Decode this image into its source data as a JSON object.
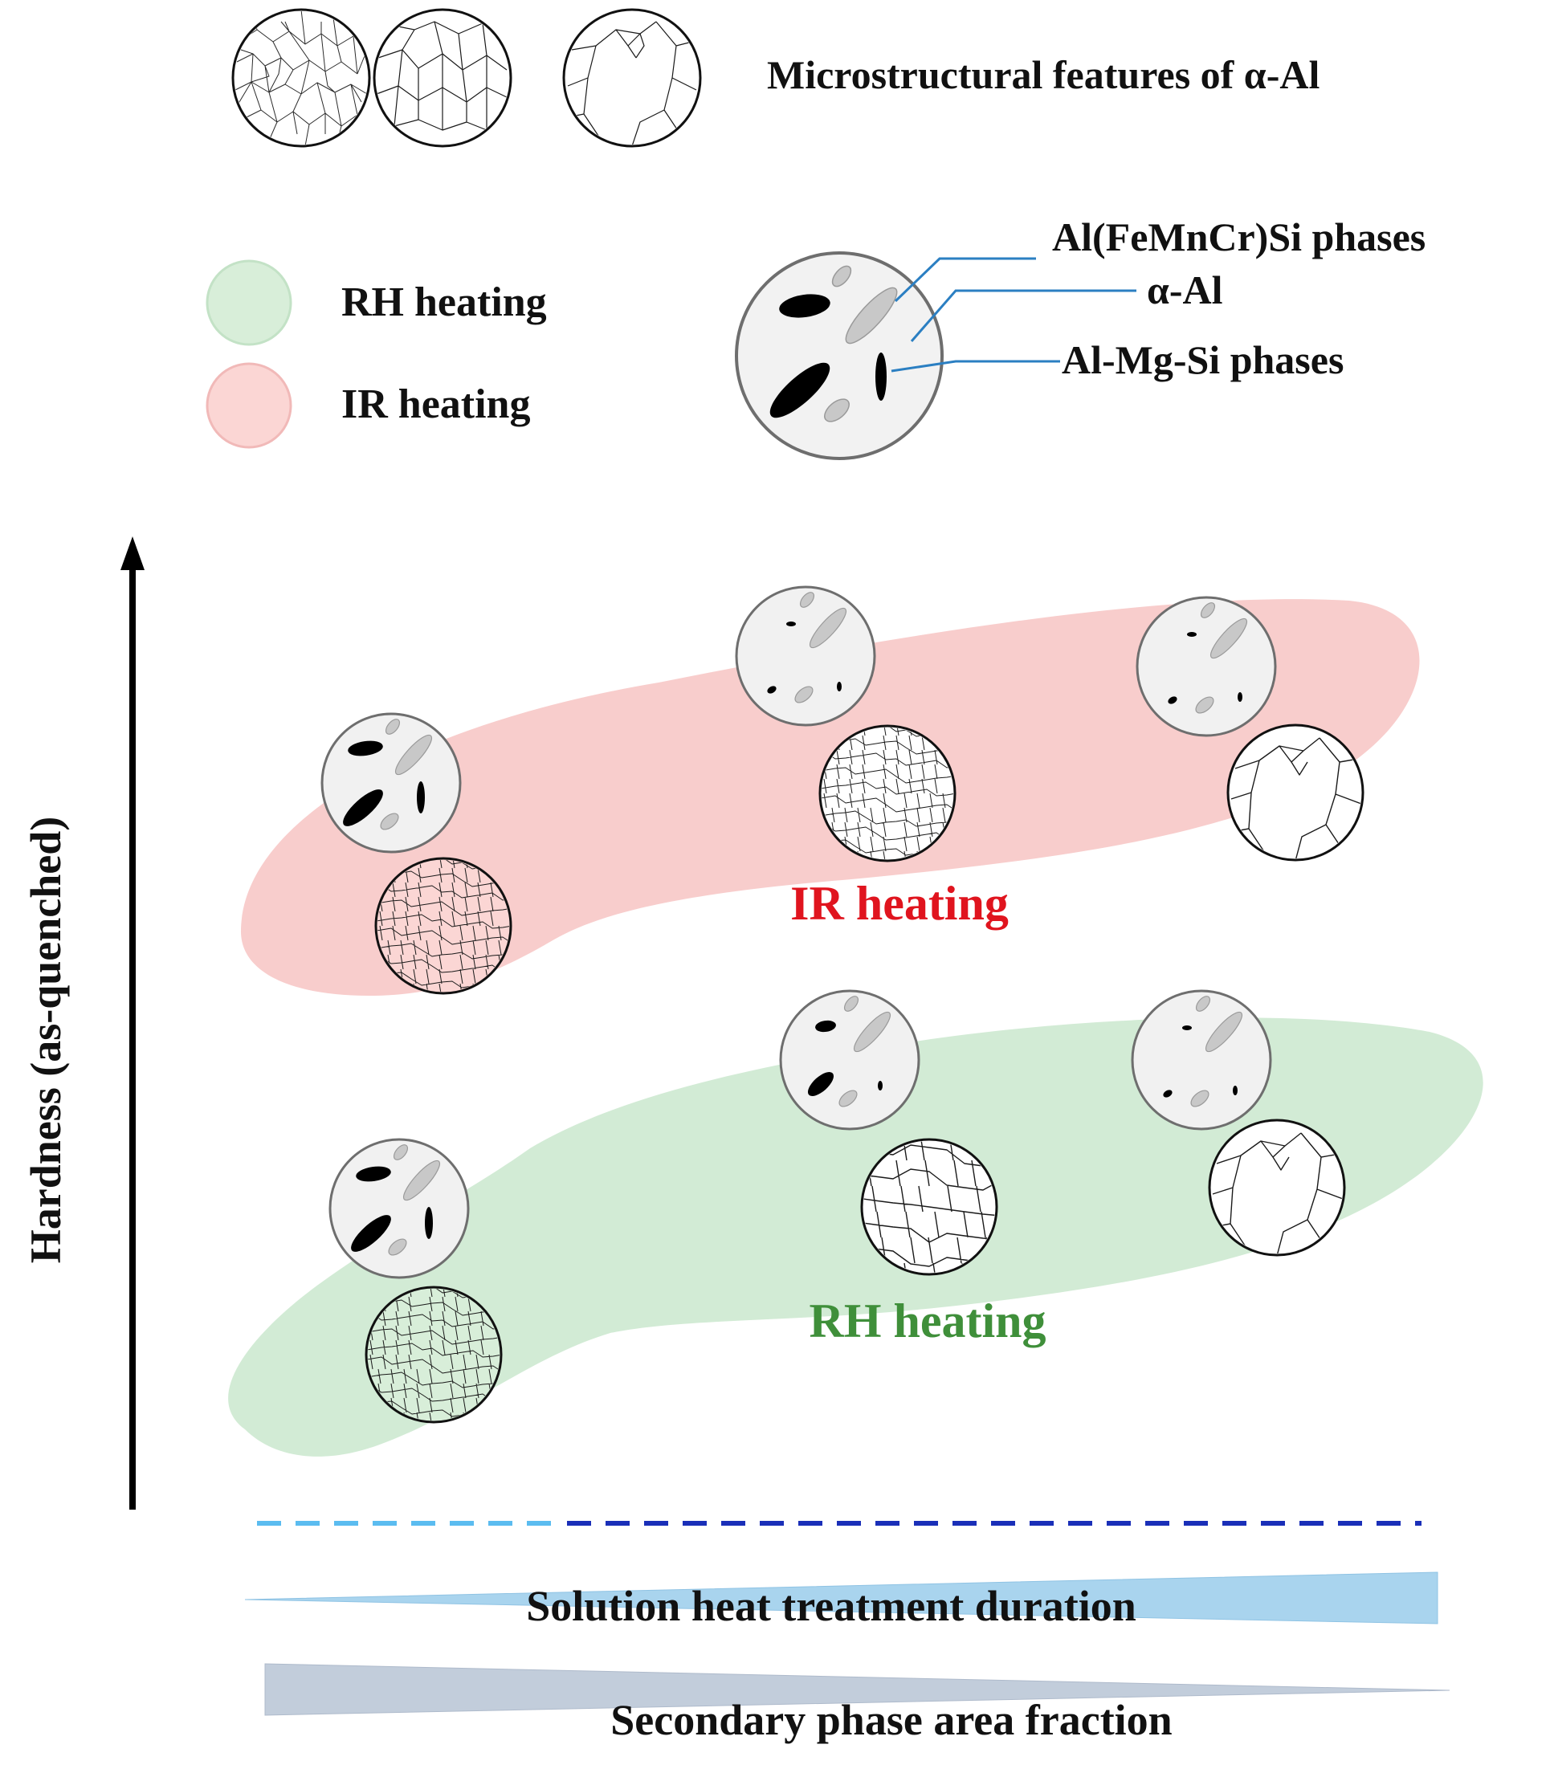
{
  "legend": {
    "microstructure_title": "Microstructural features of α-Al",
    "rh_label": "RH heating",
    "ir_label": "IR heating",
    "phase_labels": {
      "fe_phase": "Al(FeMnCr)Si phases",
      "alpha_al": "α-Al",
      "mg_phase": "Al-Mg-Si phases"
    }
  },
  "y_axis_label": "Hardness (as-quenched)",
  "bands": {
    "ir": {
      "label": "IR heating"
    },
    "rh": {
      "label": "RH heating"
    }
  },
  "bottom": {
    "solution_label": "Solution heat treatment duration",
    "fraction_label": "Secondary phase area fraction"
  },
  "colors": {
    "ir_band": "#f8cdcc",
    "rh_band": "#d2ebd5",
    "ir_text": "#e0141e",
    "rh_text": "#3f8f3a",
    "ir_legend": "#fbd6d4",
    "rh_legend": "#d8eed9",
    "axis": "#000000",
    "dash_light": "#5bbcf0",
    "dash_dark": "#1a2fb8",
    "solution_wedge": "#a9d4ee",
    "fraction_wedge": "#c2cddb",
    "leader_line": "#2b7fc2"
  },
  "icons": {
    "phase_circle": "phase-distribution-icon",
    "grain_circle": "grain-structure-icon"
  }
}
